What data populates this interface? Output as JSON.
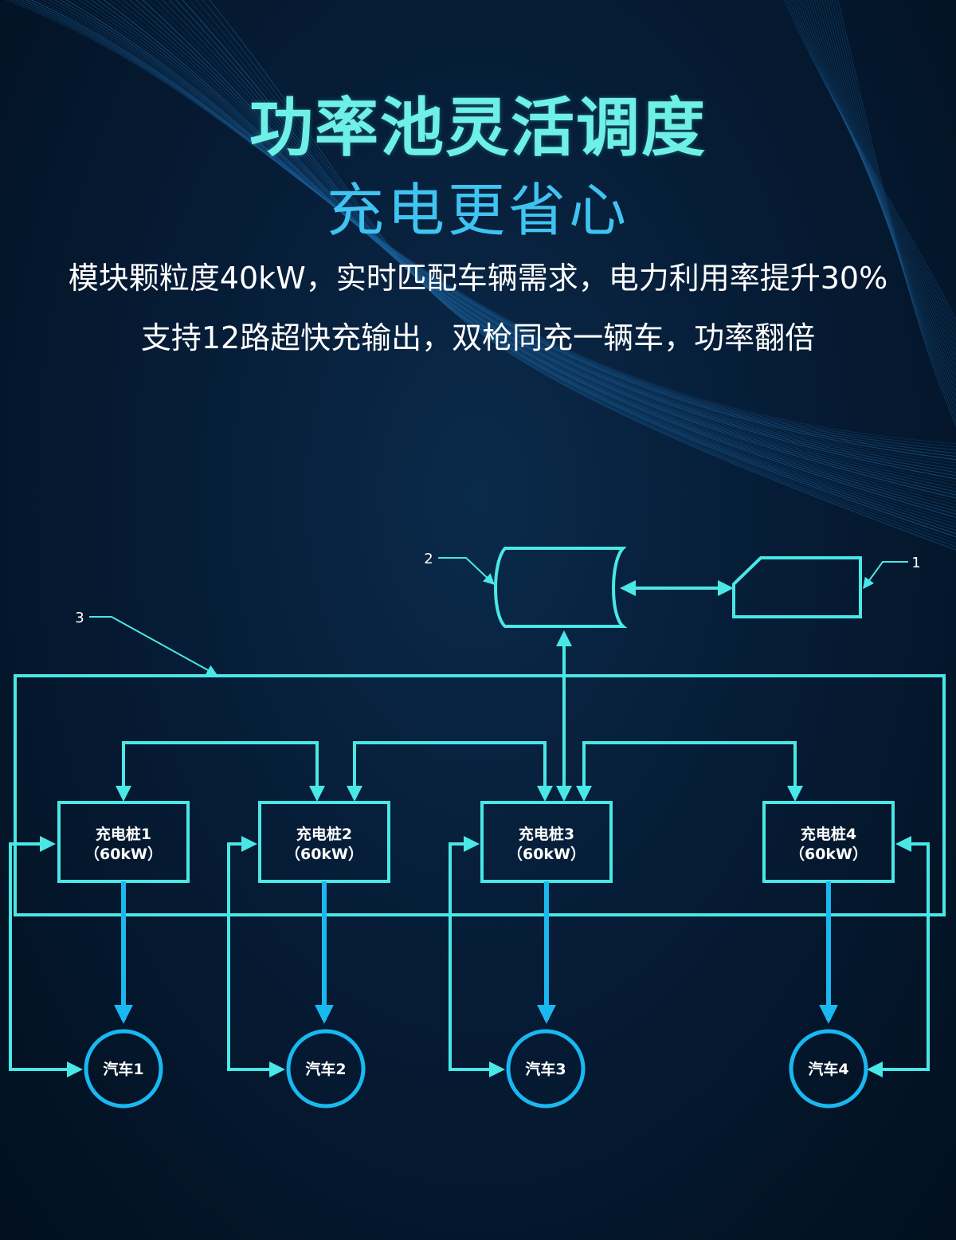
{
  "header": {
    "title": "功率池灵活调度",
    "subtitle": "充电更省心"
  },
  "description": {
    "line1": "模块颗粒度40kW，实时匹配车辆需求，电力利用率提升30%",
    "line2": "支持12路超快充输出，双枪同充一辆车，功率翻倍"
  },
  "diagram": {
    "labels": {
      "ref1": "1",
      "ref2": "2",
      "ref3": "3"
    },
    "chargers": [
      {
        "name": "充电桩1",
        "power": "（60kW）"
      },
      {
        "name": "充电桩2",
        "power": "（60kW）"
      },
      {
        "name": "充电桩3",
        "power": "（60kW）"
      },
      {
        "name": "充电桩4",
        "power": "（60kW）"
      }
    ],
    "cars": [
      {
        "name": "汽车1"
      },
      {
        "name": "汽车2"
      },
      {
        "name": "汽车3"
      },
      {
        "name": "汽车4"
      }
    ]
  },
  "colors": {
    "line": "#49e8e6",
    "arrow_blue": "#1ab8f0",
    "title": "#6ff0e6",
    "subtitle": "#3fc4f2"
  }
}
